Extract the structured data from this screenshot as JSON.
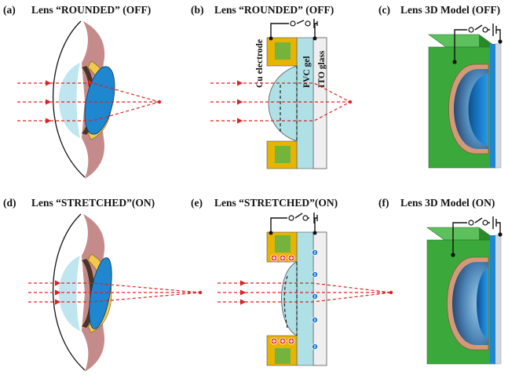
{
  "panels": {
    "a": {
      "tag": "(a)",
      "title": "Lens “ROUNDED” (OFF)"
    },
    "b": {
      "tag": "(b)",
      "title": "Lens “ROUNDED” (OFF)"
    },
    "c": {
      "tag": "(c)",
      "title": "Lens 3D Model (OFF)"
    },
    "d": {
      "tag": "(d)",
      "title": "Lens “STRETCHED”(ON)"
    },
    "e": {
      "tag": "(e)",
      "title": "Lens “STRETCHED”(ON)"
    },
    "f": {
      "tag": "(f)",
      "title": "Lens 3D Model (ON)"
    }
  },
  "labels": {
    "electrode": "Cu electrode",
    "gel": "PVC gel",
    "glass": "ITO glass"
  },
  "colors": {
    "ray": "#e02020",
    "electrode_gold": "#e8b400",
    "electrode_green": "#74b43c",
    "gel_cyan": "#aee0e6",
    "lens_blue": "#1f86d0",
    "cornea": "#bfe6ee",
    "iris_brown": "#4a3526",
    "tissue": "#c58b8b",
    "block_green": "#3aa83a"
  }
}
